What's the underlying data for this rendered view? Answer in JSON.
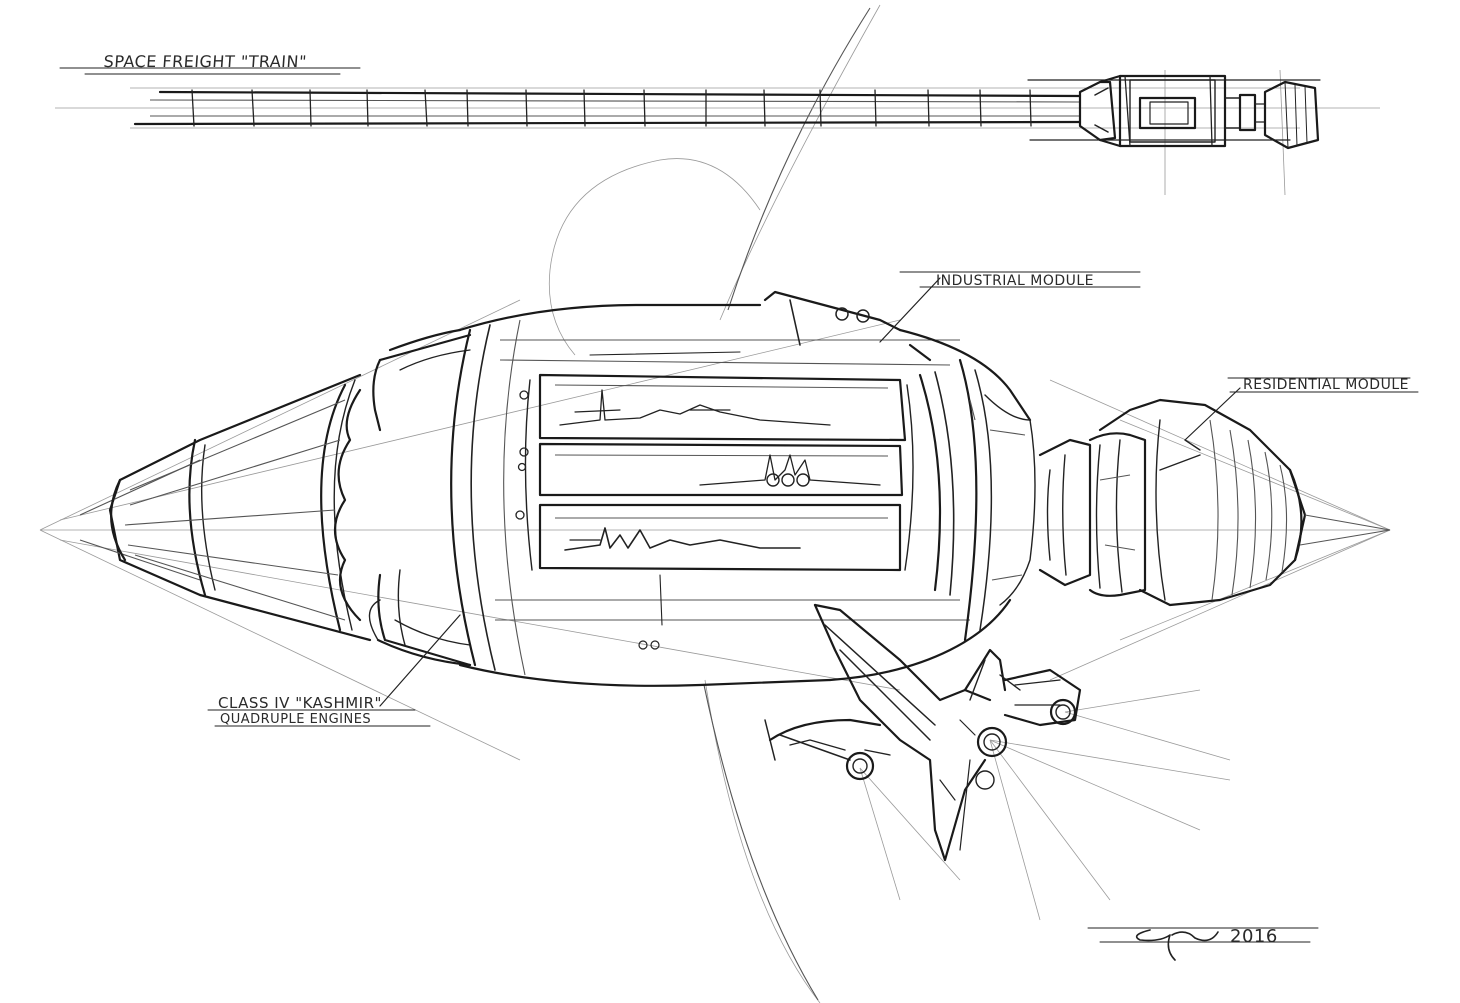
{
  "labels": {
    "title": "SPACE FREIGHT \"TRAIN\"",
    "industrial_module": "INDUSTRIAL MODULE",
    "residential_module": "RESIDENTIAL MODULE",
    "engines_line1": "CLASS IV \"KASHMIR\"",
    "engines_line2": "QUADRUPLE ENGINES",
    "year": "2016"
  },
  "colors": {
    "ink": "#222222",
    "construction": "#9a9a9a",
    "paper": "#ffffff"
  }
}
